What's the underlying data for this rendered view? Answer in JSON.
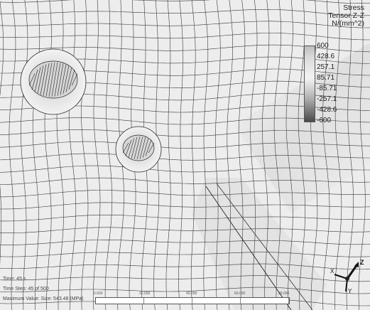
{
  "legend": {
    "title_line1": "Stress",
    "title_line2": "Tensor Z-Z",
    "title_line3": "N/(mm^2)",
    "ticks": [
      "600",
      "428.6",
      "257.1",
      "85.71",
      "-85.71",
      "-257.1",
      "-428.6",
      "-600"
    ]
  },
  "status": {
    "time": "Time: 45 s",
    "time_step": "Time Step: 45 of 500",
    "max_value": "Maximum Value: Size: 543.48 (MPa)"
  },
  "scale": {
    "labels": [
      "0.000",
      "20.000",
      "40.000",
      "60.000",
      "80.000"
    ]
  },
  "triad": {
    "axis_z": "Z",
    "axis_x": "X",
    "axis_y": "Y"
  },
  "colors": {
    "mesh_line": "#3a3a3a",
    "surface": "#ececec"
  }
}
